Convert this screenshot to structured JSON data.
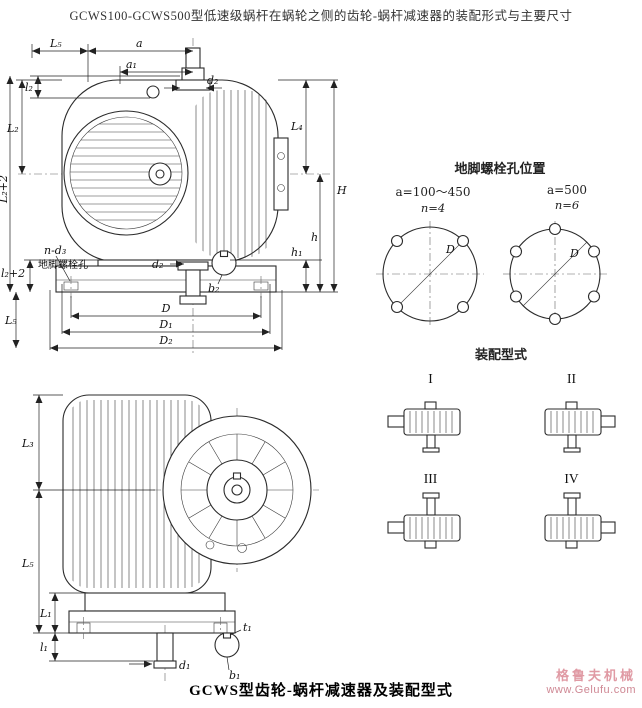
{
  "header": {
    "title": "GCWS100-GCWS500型低速级蜗杆在蜗轮之侧的齿轮-蜗杆减速器的装配形式与主要尺寸"
  },
  "front_view": {
    "labels": {
      "L5_top": "L₅",
      "a": "a",
      "a1": "a₁",
      "d2_top": "d₂",
      "l2": "l₂",
      "L2": "L₂",
      "L2_plus_2": "L₂+2",
      "l2_plus_2": "l₂+2",
      "n_d3": "n-d₃",
      "anchor_note": "地脚螺栓孔",
      "L5_bottom": "L₅",
      "d2_bottom": "d₂",
      "b2": "b₂",
      "D": "D",
      "D1": "D₁",
      "D2": "D₂",
      "L4": "L₄",
      "H": "H",
      "h": "h",
      "h1": "h₁"
    }
  },
  "bolt_layout": {
    "title": "地脚螺栓孔位置",
    "left": {
      "a_range": "a=100～450",
      "n": "n=4",
      "dia": "D"
    },
    "right": {
      "a_range": "a=500",
      "n": "n=6",
      "dia": "D"
    }
  },
  "assembly": {
    "title": "装配型式",
    "types": [
      {
        "label": "I"
      },
      {
        "label": "II"
      },
      {
        "label": "III"
      },
      {
        "label": "IV"
      }
    ]
  },
  "side_view": {
    "labels": {
      "L3": "L₃",
      "L5": "L₅",
      "L1": "L₁",
      "l1": "l₁",
      "d1": "d₁",
      "b1": "b₁",
      "t1": "t₁"
    }
  },
  "footer": {
    "caption": "GCWS型齿轮-蜗杆减速器及装配型式",
    "watermark_brand": "格鲁夫机械",
    "watermark_url": "www.Gelufu.com"
  }
}
